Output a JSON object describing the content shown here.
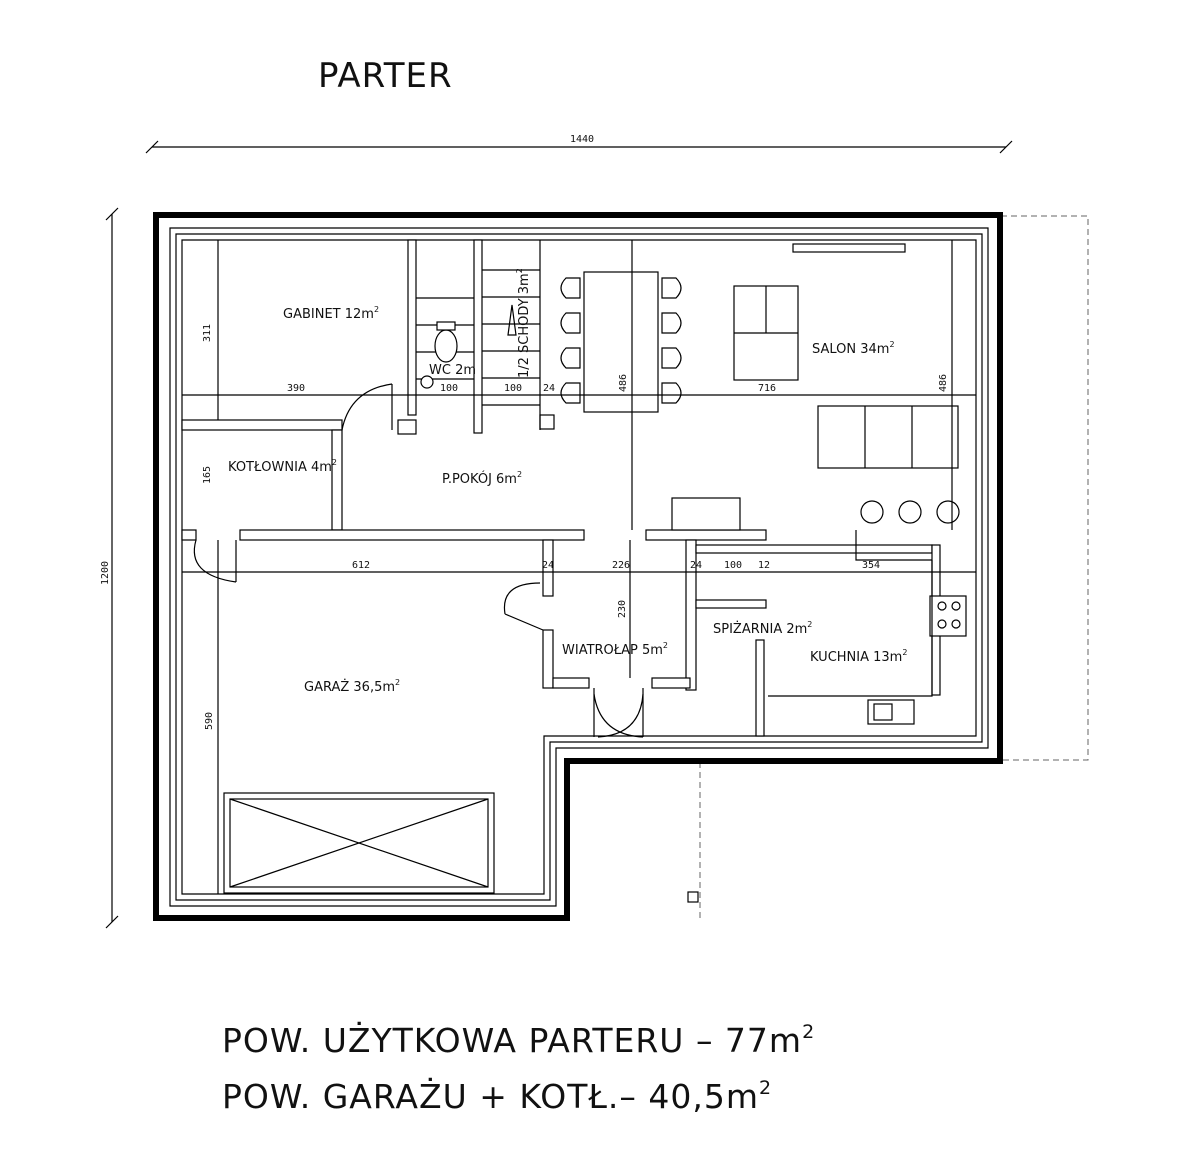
{
  "title": "PARTER",
  "dimensions": {
    "total_width": "1440",
    "total_height": "1200",
    "d_311": "311",
    "d_390": "390",
    "d_100a": "100",
    "d_100b": "100",
    "d_24a": "24",
    "d_486a": "486",
    "d_716": "716",
    "d_486b": "486",
    "d_165": "165",
    "d_612": "612",
    "d_24b": "24",
    "d_226": "226",
    "d_24c": "24",
    "d_100c": "100",
    "d_12": "12",
    "d_354": "354",
    "d_230": "230",
    "d_590": "590"
  },
  "rooms": {
    "gabinet": {
      "name": "GABINET 12m",
      "sup": "2"
    },
    "wc": {
      "name": "WC 2m",
      "sup": ""
    },
    "schody": {
      "name": "1/2 SCHODY 3m",
      "sup": "2"
    },
    "salon": {
      "name": "SALON 34m",
      "sup": "2"
    },
    "kotlownia": {
      "name": "KOTŁOWNIA 4m",
      "sup": "2"
    },
    "ppokoj": {
      "name": "P.POKÓJ 6m",
      "sup": "2"
    },
    "garaz": {
      "name": "GARAŻ 36,5m",
      "sup": "2"
    },
    "wiatrolap": {
      "name": "WIATROŁAP 5m",
      "sup": "2"
    },
    "spizarnia": {
      "name": "SPIŻARNIA 2m",
      "sup": "2"
    },
    "kuchnia": {
      "name": "KUCHNIA 13m",
      "sup": "2"
    }
  },
  "summary": {
    "line1": {
      "text": "POW. UŻYTKOWA PARTERU – 77m",
      "sup": "2"
    },
    "line2": {
      "text": "POW. GARAŻU + KOTŁ.– 40,5m",
      "sup": "2"
    }
  }
}
